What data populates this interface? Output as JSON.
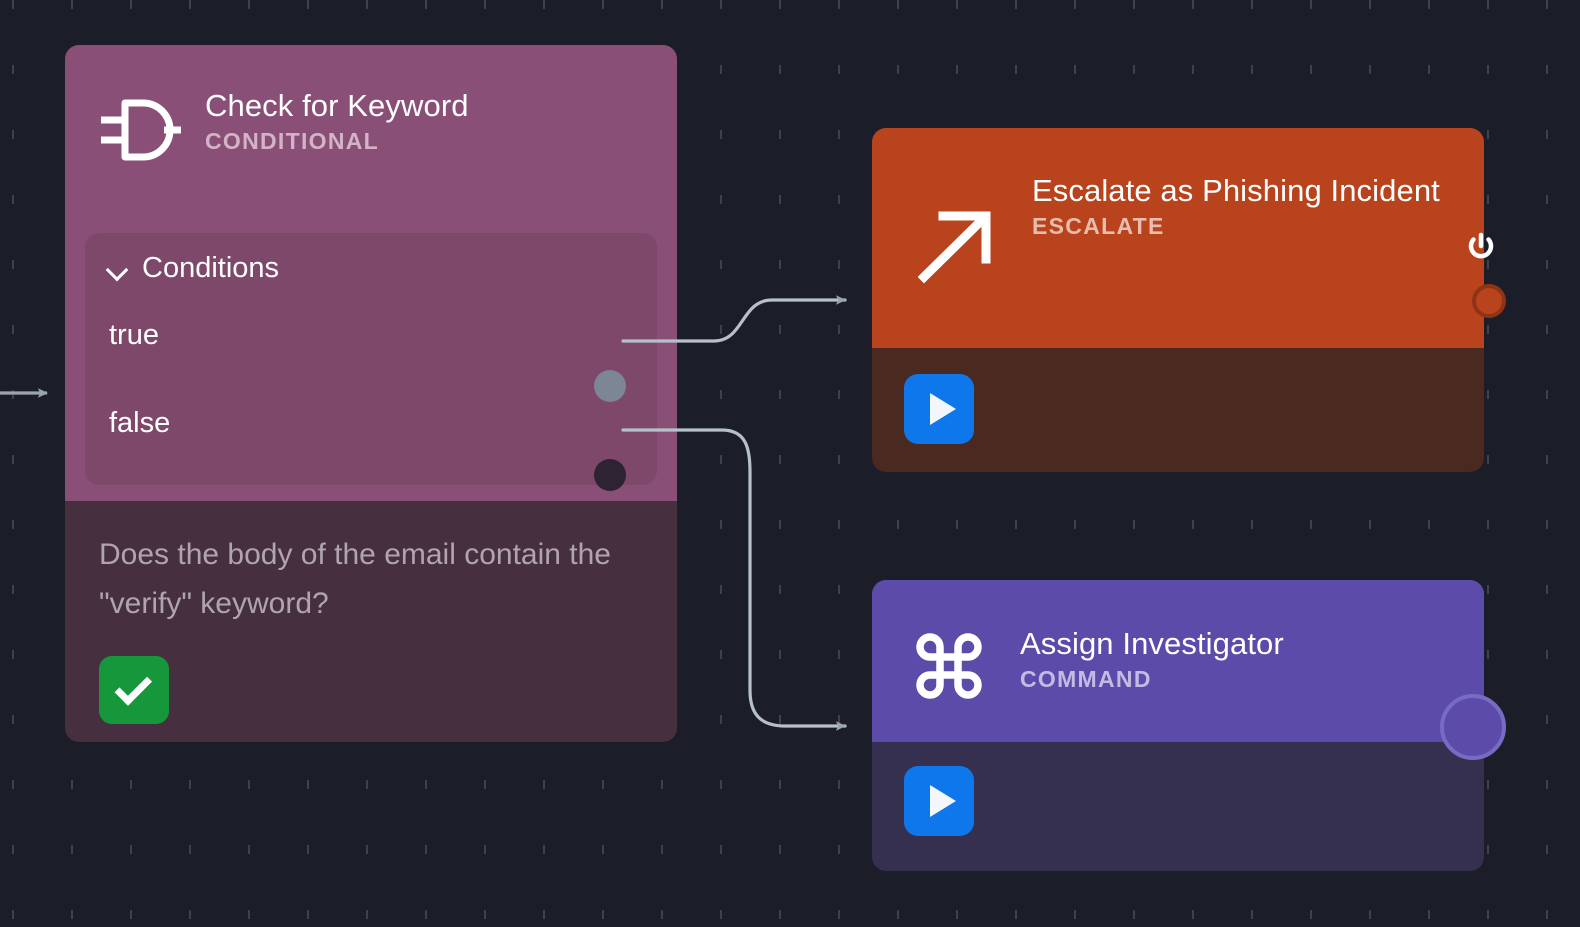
{
  "canvas": {
    "background": "#1b1e28",
    "grid": "dotted-dash-grid"
  },
  "nodes": [
    {
      "id": "conditional",
      "title": "Check for Keyword",
      "type_label": "CONDITIONAL",
      "icon": "logic-gate-icon",
      "header_color": "#8a4f76",
      "body_color": "#46303f",
      "panel": {
        "label": "Conditions",
        "expanded": true,
        "chevron": "chevron-down-icon",
        "branches": [
          {
            "label": "true",
            "port_color": "#7c8694"
          },
          {
            "label": "false",
            "port_color": "#2e2333"
          }
        ]
      },
      "description": "Does the body of the email contain the \"verify\" keyword?",
      "status_badge": {
        "icon": "check-icon",
        "color": "#17973c",
        "label": "success"
      }
    },
    {
      "id": "escalate",
      "title": "Escalate as Phishing Incident",
      "type_label": "ESCALATE",
      "icon": "arrow-up-right-icon",
      "header_color": "#b8431c",
      "body_color": "#4a2920",
      "corner_icon": "power-icon",
      "run_button": {
        "icon": "play-icon",
        "color": "#0d77eb"
      },
      "output_port_color": "#b8431c"
    },
    {
      "id": "command",
      "title": "Assign Investigator",
      "type_label": "COMMAND",
      "icon": "command-icon",
      "header_color": "#5c4ba8",
      "body_color": "#353050",
      "run_button": {
        "icon": "play-icon",
        "color": "#0d77eb"
      },
      "output_port_color": "#5c4ba8"
    }
  ],
  "edges": [
    {
      "id": "incoming",
      "from": "canvas-left",
      "to": "conditional",
      "color": "#9aa4b0"
    },
    {
      "id": "true-branch",
      "from": "conditional.true",
      "to": "escalate",
      "color": "#9aa4b0"
    },
    {
      "id": "false-branch",
      "from": "conditional.false",
      "to": "command",
      "color": "#9aa4b0"
    }
  ],
  "colors": {
    "edge": "#9aa4b0",
    "accent_blue": "#0d77eb",
    "success_green": "#17973c"
  }
}
